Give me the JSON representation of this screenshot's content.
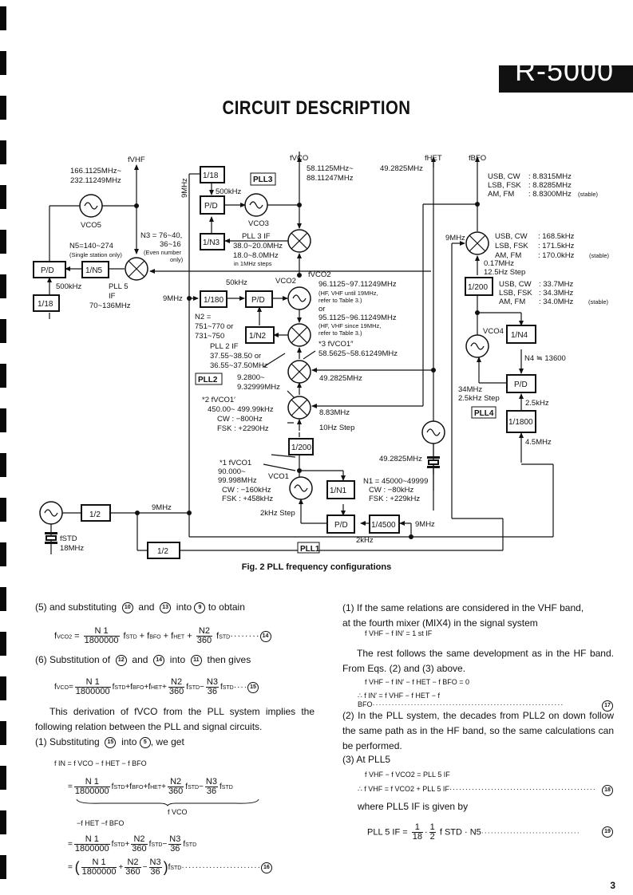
{
  "header": {
    "model_badge": "R-5000",
    "title": "CIRCUIT DESCRIPTION"
  },
  "diagram": {
    "caption": "Fig. 2  PLL frequency configurations",
    "labels": {
      "fvhf": "fVHF",
      "fvhf_range1": "166.1125MHz~",
      "fvhf_range2": "232.11249MHz",
      "vco5": "VCO5",
      "n5_1": "N5=140~274",
      "n5_2": "(Single station only)",
      "pd": "P/D",
      "div_n5": "1/N5",
      "khz500_a": "500kHz",
      "div18_a": "1/18",
      "pll5_1": "PLL 5",
      "pll5_2": "IF",
      "pll5_3": "70~136MHz",
      "n3_1": "N3 = 76~40,",
      "n3_2": "36~16",
      "n3_3": "(Even number",
      "n3_4": "only)",
      "mhz9_vert": "9MHz",
      "div18_b": "1/18",
      "khz500_b": "500kHz",
      "pll3": "PLL3",
      "vco3": "VCO3",
      "div_n3": "1/N3",
      "pll3if_1": "PLL 3 IF",
      "pll3if_2": "38.0~20.0MHz",
      "pll3if_3": "18.0~8.0MHz",
      "pll3if_4": "in 1MHz steps",
      "fvco": "fVCO",
      "fvco_range1": "58.1125MHz~",
      "fvco_range2": "88.11247MHz",
      "fhet": "fHET",
      "fhet_val": "49.2825MHz",
      "fbfo": "fBFO",
      "bfo_modes": [
        "USB, CW",
        "LSB, FSK",
        "AM, FM"
      ],
      "bfo_vals": [
        ": 8.8315MHz",
        ": 8.8285MHz",
        ": 8.8300MHz"
      ],
      "stable": "(stable)",
      "mix_modes": [
        "USB, CW",
        "LSB, FSK",
        "AM, FM"
      ],
      "mix_vals": [
        ": 168.5kHz",
        ": 171.5kHz",
        ": 170.0kHz"
      ],
      "mhz9_bfo": "9MHz",
      "mhz017": "0.17MHz",
      "step125": "12.5Hz Step",
      "div200_a": "1/200",
      "div200_modes": [
        "USB, CW",
        "LSB, FSK",
        "AM, FM"
      ],
      "div200_vals": [
        ": 33.7MHz",
        ": 34.3MHz",
        ": 34.0MHz"
      ],
      "vco4": "VCO4",
      "div_n4": "1/N4",
      "n4": "N4 ≒ 13600",
      "pd4": "P/D",
      "mhz34": "34MHz",
      "step25": "2.5kHz Step",
      "pll4": "PLL4",
      "khz25": "2.5kHz",
      "div1800": "1/1800",
      "mhz45": "4.5MHz",
      "fvco2": "fVCO2",
      "khz50": "50kHz",
      "vco2": "VCO2",
      "mhz9_b": "9MHz",
      "div180": "1/180",
      "pd2": "P/D",
      "fvco2_r1": "96.1125~97.11249MHz",
      "fvco2_n1a": "(HF, VHF until 19MHz,",
      "fvco2_n1b": "refer to Table 3.)",
      "or": "or",
      "fvco2_r2": "95.1125~96.11249MHz",
      "fvco2_n2a": "(HF, VHF since 19MHz,",
      "fvco2_n2b": "refer to Table 3.)",
      "n2_1": "N2 =",
      "n2_2": "751~770 or",
      "n2_3": "731~750",
      "div_n2": "1/N2",
      "pll2if_1": "PLL 2 IF",
      "pll2if_2": "37.55~38.50 or",
      "pll2if_3": "36.55~37.50MHz",
      "star3_1": "*3  fVCO1″",
      "star3_2": "58.5625~58.61249MHz",
      "pll2": "PLL2",
      "r928_1": "9.2800~",
      "r928_2": "9.32999MHz",
      "het_in": "49.2825MHz",
      "star2_1": "*2   fVCO1′",
      "star2_2": "450.00~ 499.99kHz",
      "star2_3": "CW : −800Hz",
      "star2_4": "FSK : +2290Hz",
      "mhz883": "8.83MHz",
      "step10": "10Hz Step",
      "div200_b": "1/200",
      "star1_1": "*1   fVCO1",
      "star1_2": "90.000~",
      "star1_3": "99.998MHz",
      "star1_4": "CW : −160kHz",
      "star1_5": "FSK : +458kHz",
      "vco1": "VCO1",
      "div_n1": "1/N1",
      "n1_1": "N1 = 45000~49999",
      "n1_2": "CW : −80kHz",
      "n1_3": "FSK : +229kHz",
      "xtal_het": "49.2825MHz",
      "step2": "2kHz Step",
      "pll1": "PLL1",
      "pd1": "P/D",
      "div4500": "1/4500",
      "mhz9_c": "9MHz",
      "khz2": "2kHz",
      "div2_a": "1/2",
      "mhz9_d": "9MHz",
      "div2_b": "1/2",
      "fstd": "fSTD",
      "mhz18": "18MHz"
    }
  },
  "left_column": {
    "p5": [
      "(5)  and substituting",
      "10",
      "and",
      "13",
      "into",
      "9",
      "to obtain"
    ],
    "eq14": {
      "lhs": "f",
      "lhs_sub": "VCO2",
      "n1": "N 1",
      "d1": "1800000",
      "n2": "N2",
      "d2": "360",
      "num": "14"
    },
    "p6": [
      "(6)  Substitution of",
      "12",
      "and",
      "14",
      "into",
      "11",
      "then gives"
    ],
    "eq15": {
      "lhs": "f",
      "lhs_sub": "VCO",
      "n1": "N 1",
      "d1": "1800000",
      "n2": "N2",
      "d2": "360",
      "n3": "N3",
      "d3": "36",
      "num": "15"
    },
    "para1": "This derivation of fVCO from the PLL system implies the following relation between the PLL and signal circuits.",
    "p1": [
      "(1)  Substituting",
      "15",
      "into",
      "5",
      ", we get"
    ],
    "fin_line": "f IN = f VCO − f HET − f BFO",
    "brace_label": "f VCO",
    "minus_line": "−f HET −f BFO",
    "eq16_num": "16"
  },
  "right_column": {
    "p1a": "(1)  If the same relations are considered in the VHF band,",
    "p1b": "at the fourth mixer (MIX4) in the signal system",
    "eq_a": "f VHF − f IN′ = 1 st  IF",
    "para2": "The rest follows the same development as in the HF band. From Eqs. (2) and (3) above.",
    "eq_b": "f VHF − f IN′ − f HET − f BFO = 0",
    "eq_c": "∴ f IN′ = f VHF − f HET − f BFO",
    "eq17": "17",
    "p2": "(2)  In the PLL system, the decades from PLL2 on down follow the same path as in the HF band, so the same calculations can be performed.",
    "p3": "(3)  At PLL5",
    "eq_d": "f VHF − f VCO2 = PLL 5  IF",
    "eq_e": "∴ f VHF = f VCO2 + PLL 5  IF",
    "eq18": "18",
    "where": "where PLL5 IF is given by",
    "eq19_lhs": "PLL 5  IF =",
    "eq19_rhs": "f STD · N5",
    "eq19": "19"
  },
  "footer": {
    "page_number": "3"
  }
}
